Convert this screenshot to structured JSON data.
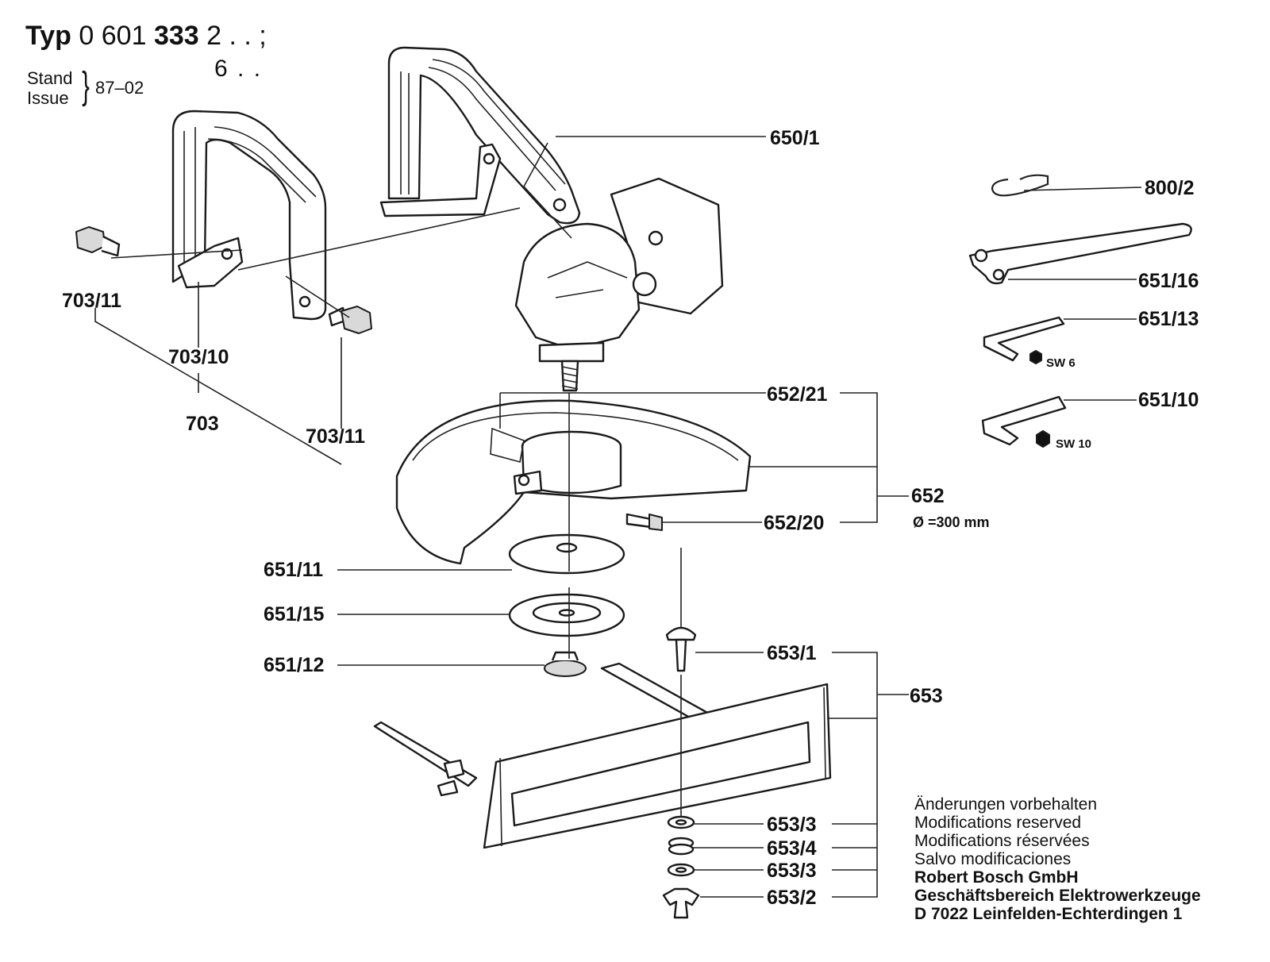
{
  "header": {
    "typ_label": "Typ",
    "typ_number_a": "0 601",
    "typ_number_b": "333",
    "typ_suffix_1": "2 . . ;",
    "typ_suffix_2": "6 . .",
    "stand_label": "Stand",
    "issue_label": "Issue",
    "date": "87–02"
  },
  "parts": {
    "p650_1": "650/1",
    "p800_2": "800/2",
    "p651_16": "651/16",
    "p651_13": "651/13",
    "p651_10": "651/10",
    "p703_11a": "703/11",
    "p703_10": "703/10",
    "p703": "703",
    "p703_11b": "703/11",
    "p652_21": "652/21",
    "p652": "652",
    "p652_20": "652/20",
    "p651_11": "651/11",
    "p651_15": "651/15",
    "p651_12": "651/12",
    "p653_1": "653/1",
    "p653": "653",
    "p653_3a": "653/3",
    "p653_4": "653/4",
    "p653_3b": "653/3",
    "p653_2": "653/2"
  },
  "wrench_sizes": {
    "sw6": "SW 6",
    "sw10": "SW 10"
  },
  "diameter_note": "Ø =300 mm",
  "notes": {
    "line1": "Änderungen vorbehalten",
    "line2": "Modifications reserved",
    "line3": "Modifications réservées",
    "line4": "Salvo modificaciones",
    "company": "Robert Bosch GmbH",
    "division": "Geschäftsbereich Elektrowerkzeuge",
    "address": "D 7022 Leinfelden-Echterdingen 1"
  }
}
